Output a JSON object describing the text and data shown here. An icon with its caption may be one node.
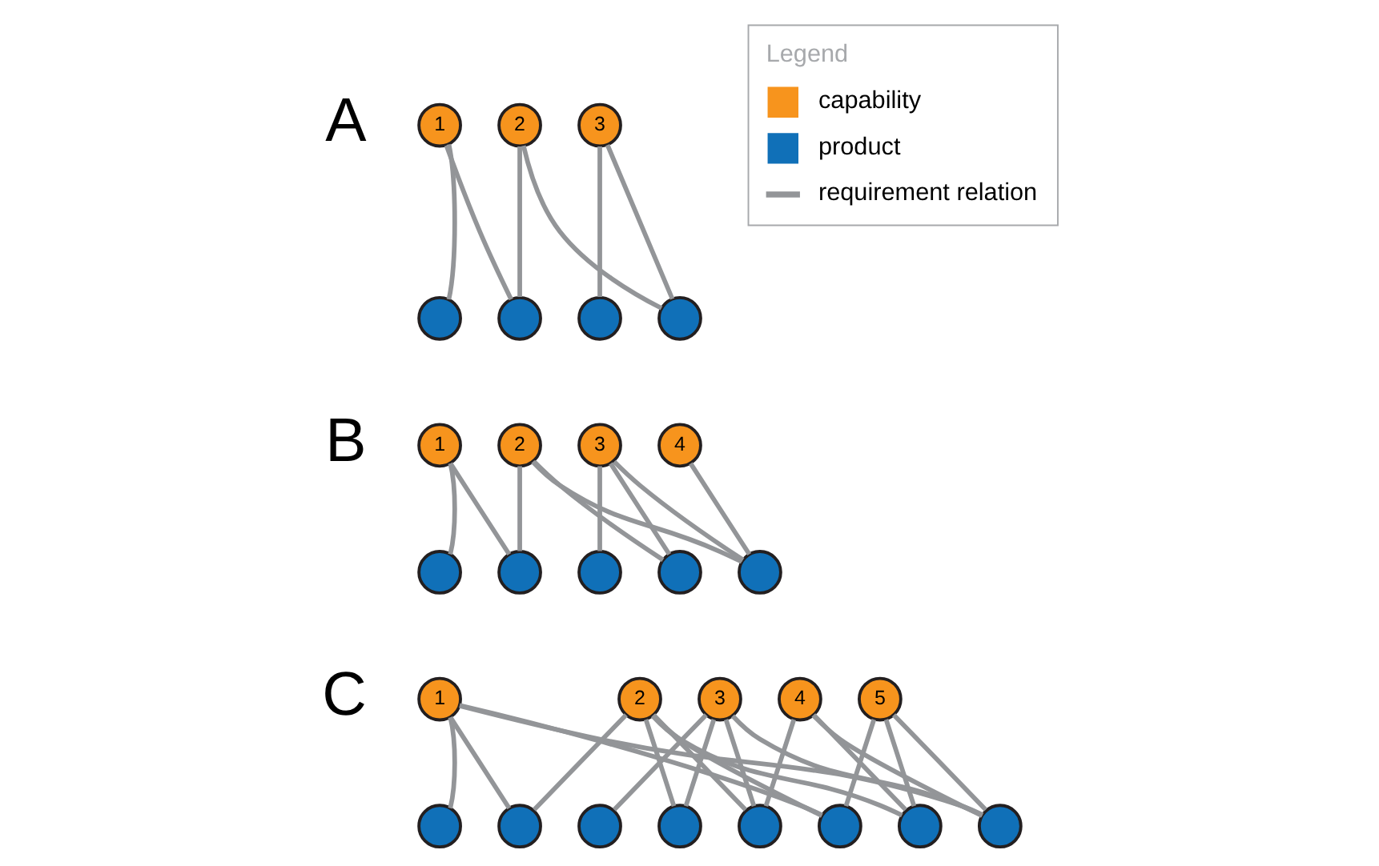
{
  "diagram": {
    "nodes": [
      {
        "text": [
          "1"
        ]
      },
      {
        "text": [
          "2"
        ]
      },
      {
        "text": [
          "3"
        ]
      },
      {
        "text": [],
        "shape": "circle"
      },
      {
        "text": [],
        "shape": "circle"
      },
      {
        "text": [],
        "shape": "circle"
      },
      {
        "text": [],
        "shape": "circle"
      },
      {
        "text": [
          "1"
        ]
      },
      {
        "text": [
          "2"
        ]
      },
      {
        "text": [
          "3"
        ]
      },
      {
        "text": [
          "4"
        ]
      },
      {
        "text": [],
        "shape": "circle"
      },
      {
        "text": [],
        "shape": "circle"
      },
      {
        "text": [],
        "shape": "circle"
      },
      {
        "text": [],
        "shape": "circle"
      },
      {
        "text": [],
        "shape": "circle"
      },
      {
        "text": [
          "1"
        ]
      },
      {
        "text": [
          "2"
        ]
      },
      {
        "text": [
          "3"
        ]
      },
      {
        "text": [
          "4"
        ]
      },
      {
        "text": [
          "5"
        ]
      },
      {
        "text": [],
        "shape": "circle"
      },
      {
        "text": [],
        "shape": "circle"
      },
      {
        "text": [],
        "shape": "circle"
      },
      {
        "text": [],
        "shape": "circle"
      },
      {
        "text": [],
        "shape": "circle"
      },
      {
        "text": [],
        "shape": "circle"
      },
      {
        "text": [],
        "shape": "circle"
      },
      {
        "text": [],
        "shape": "circle"
      }
    ],
    "edges": [
      {
        "from": 0,
        "to": 3,
        "arrow": "none"
      },
      {
        "from": 0,
        "to": 4,
        "arrow": "none"
      },
      {
        "from": 1,
        "to": 4,
        "arrow": "none"
      },
      {
        "from": 1,
        "to": 6,
        "arrow": "none"
      },
      {
        "from": 2,
        "to": 5,
        "arrow": "none"
      },
      {
        "from": 2,
        "to": 6,
        "arrow": "none"
      },
      {
        "from": 7,
        "to": 11,
        "arrow": "none"
      },
      {
        "from": 7,
        "to": 12,
        "arrow": "none"
      },
      {
        "from": 8,
        "to": 12,
        "arrow": "none"
      },
      {
        "from": 8,
        "to": 14,
        "arrow": "none"
      },
      {
        "from": 8,
        "to": 15,
        "arrow": "none"
      },
      {
        "from": 9,
        "to": 13,
        "arrow": "none"
      },
      {
        "from": 9,
        "to": 14,
        "arrow": "none"
      },
      {
        "from": 9,
        "to": 15,
        "arrow": "none"
      },
      {
        "from": 10,
        "to": 15,
        "arrow": "none"
      },
      {
        "from": 16,
        "to": 21,
        "arrow": "none"
      },
      {
        "from": 16,
        "to": 22,
        "arrow": "none"
      },
      {
        "from": 16,
        "to": 26,
        "arrow": "none"
      },
      {
        "from": 16,
        "to": 28,
        "arrow": "none"
      },
      {
        "from": 17,
        "to": 22,
        "arrow": "none"
      },
      {
        "from": 17,
        "to": 24,
        "arrow": "none"
      },
      {
        "from": 17,
        "to": 25,
        "arrow": "none"
      },
      {
        "from": 17,
        "to": 26,
        "arrow": "none"
      },
      {
        "from": 17,
        "to": 27,
        "arrow": "none"
      },
      {
        "from": 18,
        "to": 23,
        "arrow": "none"
      },
      {
        "from": 18,
        "to": 24,
        "arrow": "none"
      },
      {
        "from": 18,
        "to": 25,
        "arrow": "none"
      },
      {
        "from": 18,
        "to": 28,
        "arrow": "none"
      },
      {
        "from": 19,
        "to": 25,
        "arrow": "none"
      },
      {
        "from": 19,
        "to": 27,
        "arrow": "none"
      },
      {
        "from": 19,
        "to": 28,
        "arrow": "none"
      },
      {
        "from": 20,
        "to": 26,
        "arrow": "none"
      },
      {
        "from": 20,
        "to": 27,
        "arrow": "none"
      },
      {
        "from": 20,
        "to": 28,
        "arrow": "none"
      }
    ],
    "labels": [
      "Legend",
      "A",
      "B",
      "C"
    ],
    "legend": [
      {
        "text": "capability",
        "color": "#f7941d"
      },
      {
        "text": "product",
        "color": "#1070b8"
      },
      {
        "text": "requirement relation"
      }
    ]
  }
}
